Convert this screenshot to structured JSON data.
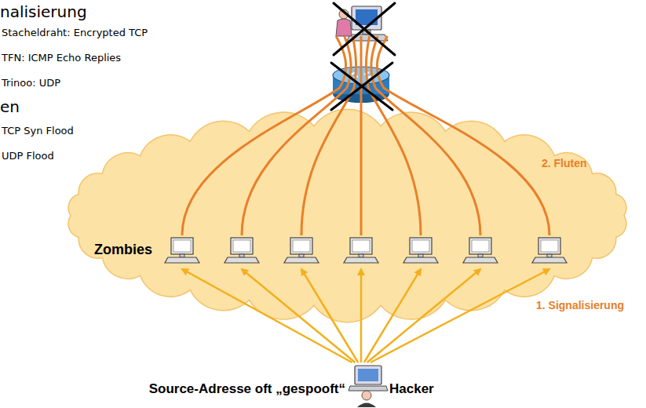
{
  "diagram": {
    "nodes": [
      {
        "text": [
          "Zombies"
        ]
      },
      {
        "text": [
          "Hacker"
        ]
      }
    ],
    "labels": [
      "nalisierung",
      "Stacheldraht: Encrypted TCP",
      "TFN: ICMP Echo Replies",
      "Trinoo: UDP",
      "en",
      "TCP Syn Flood",
      "UDP Flood",
      "2. Fluten",
      "1. Signalisierung",
      "Source-Adresse oft „gespooft“"
    ]
  }
}
